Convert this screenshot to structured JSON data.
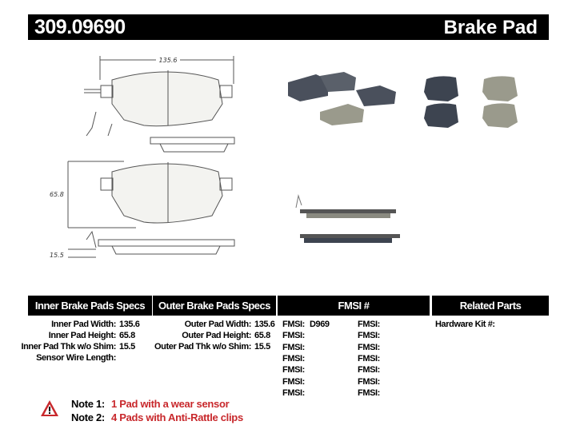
{
  "header": {
    "part_number": "309.09690",
    "product_type": "Brake Pad"
  },
  "drawing": {
    "width_dim": "135.6",
    "height_dim": "65.8",
    "thickness_dim": "15.5"
  },
  "table": {
    "headers": [
      "Inner Brake Pads Specs",
      "Outer Brake Pads Specs",
      "FMSI #",
      "Related Parts"
    ],
    "inner": [
      {
        "label": "Inner Pad Width:",
        "value": "135.6"
      },
      {
        "label": "Inner Pad Height:",
        "value": "65.8"
      },
      {
        "label": "Inner Pad Thk w/o Shim:",
        "value": "15.5"
      },
      {
        "label": "Sensor Wire Length:",
        "value": ""
      }
    ],
    "outer": [
      {
        "label": "Outer Pad Width:",
        "value": "135.6"
      },
      {
        "label": "Outer Pad Height:",
        "value": "65.8"
      },
      {
        "label": "Outer Pad Thk w/o Shim:",
        "value": "15.5"
      }
    ],
    "fmsi_col1": [
      {
        "label": "FMSI:",
        "value": "D969"
      },
      {
        "label": "FMSI:",
        "value": ""
      },
      {
        "label": "FMSI:",
        "value": ""
      },
      {
        "label": "FMSI:",
        "value": ""
      },
      {
        "label": "FMSI:",
        "value": ""
      },
      {
        "label": "FMSI:",
        "value": ""
      },
      {
        "label": "FMSI:",
        "value": ""
      }
    ],
    "fmsi_col2": [
      "FMSI:",
      "FMSI:",
      "FMSI:",
      "FMSI:",
      "FMSI:",
      "FMSI:",
      "FMSI:"
    ],
    "related": [
      {
        "label": "Hardware Kit #:",
        "value": ""
      }
    ]
  },
  "notes": [
    {
      "label": "Note 1:",
      "text": "1 Pad with a wear sensor"
    },
    {
      "label": "Note 2:",
      "text": "4 Pads with Anti-Rattle clips"
    }
  ],
  "colors": {
    "note_text": "#c8282c",
    "header_bg": "#000000",
    "pad_friction": "#9a9a8c",
    "pad_backing": "#3d4450"
  }
}
